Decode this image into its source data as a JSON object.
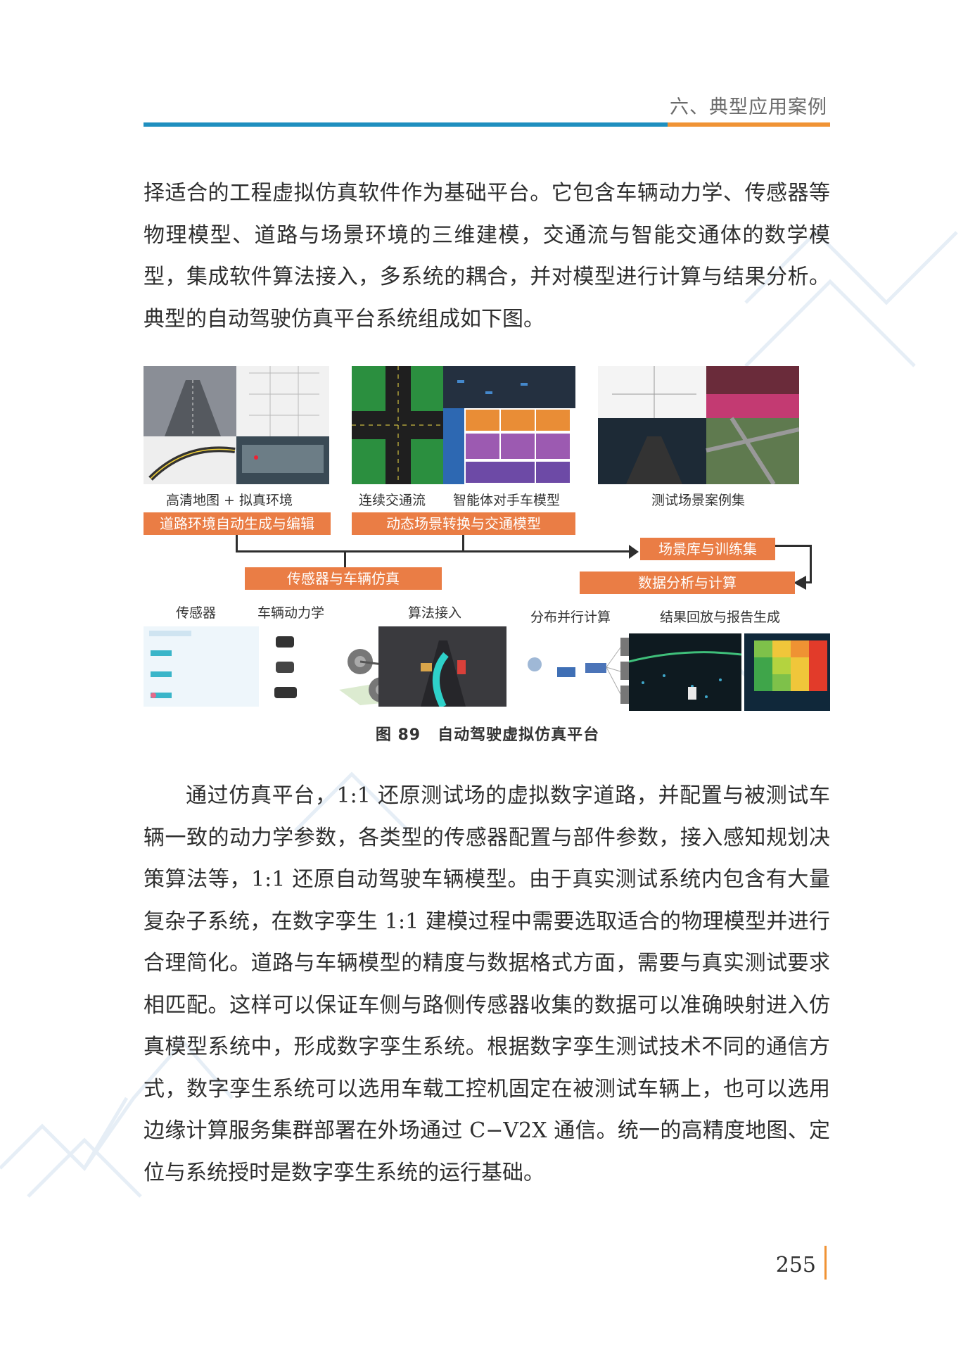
{
  "header": {
    "chapter_title": "六、典型应用案例",
    "accent_blue": "#1f8fbf",
    "accent_orange": "#f09335"
  },
  "paragraph1": "择适合的工程虚拟仿真软件作为基础平台。它包含车辆动力学、传感器等物理模型、道路与场景环境的三维建模，交通流与智能交通体的数学模型，集成软件算法接入，多系统的耦合，并对模型进行计算与结果分析。典型的自动驾驶仿真平台系统组成如下图。",
  "figure": {
    "labels": {
      "hd_map": "高清地图 + 拟真环境",
      "traffic_flow": "连续交通流",
      "agent_model": "智能体对手车模型",
      "test_cases": "测试场景案例集",
      "sensor": "传感器",
      "dynamics": "车辆动力学",
      "algorithm": "算法接入",
      "distributed": "分布并行计算",
      "playback": "结果回放与报告生成"
    },
    "boxes": {
      "road_env": "道路环境自动生成与编辑",
      "dynamic_scene": "动态场景转换与交通模型",
      "scene_lib": "场景库与训练集",
      "sensor_sim": "传感器与车辆仿真",
      "data_analysis": "数据分析与计算"
    },
    "box_color": "#ea7d45"
  },
  "caption": {
    "number": "图 89",
    "title": "自动驾驶虚拟仿真平台"
  },
  "paragraph2": "通过仿真平台，1:1 还原测试场的虚拟数字道路，并配置与被测试车辆一致的动力学参数，各类型的传感器配置与部件参数，接入感知规划决策算法等，1:1 还原自动驾驶车辆模型。由于真实测试系统内包含有大量复杂子系统，在数字孪生 1:1 建模过程中需要选取适合的物理模型并进行合理简化。道路与车辆模型的精度与数据格式方面，需要与真实测试要求相匹配。这样可以保证车侧与路侧传感器收集的数据可以准确映射进入仿真模型系统中，形成数字孪生系统。根据数字孪生测试技术不同的通信方式，数字孪生系统可以选用车载工控机固定在被测试车辆上，也可以选用边缘计算服务集群部署在外场通过 C−V2X 通信。统一的高精度地图、定位与系统授时是数字孪生系统的运行基础。",
  "page_number": "255"
}
